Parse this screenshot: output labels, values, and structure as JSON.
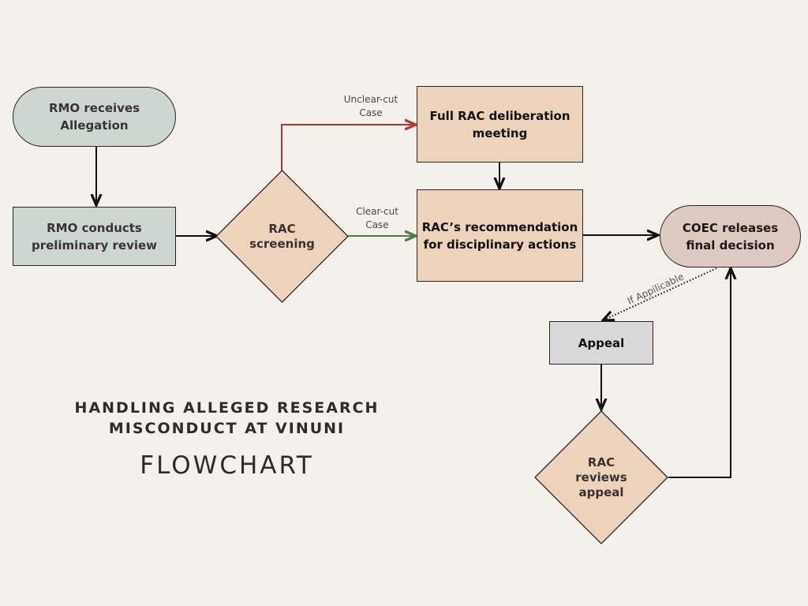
{
  "colors": {
    "background": "#f4f0eb",
    "start_node": "#cdd7cf",
    "process_node": "#eed3bc",
    "end_node": "#ddc9bf",
    "appeal_node": "#d9d9d9",
    "unclear_edge": "#b0392f",
    "clear_edge": "#4f7a45",
    "default_edge": "#111111"
  },
  "nodes": {
    "rmo_receives": "RMO receives\nAllegation",
    "rmo_review": "RMO conducts\npreliminary review",
    "rac_screening": "RAC\nscreening",
    "full_rac": "Full RAC deliberation\nmeeting",
    "rac_recommendation": "RAC’s recommendation\nfor disciplinary actions",
    "coec_decision": "COEC releases\nfinal decision",
    "appeal": "Appeal",
    "rac_reviews_appeal": "RAC\nreviews\nappeal"
  },
  "edge_labels": {
    "unclear": "Unclear-cut\nCase",
    "clear": "Clear-cut\nCase",
    "if_applicable": "If Appilicable"
  },
  "title": {
    "heading": "HANDLING ALLEGED RESEARCH\nMISCONDUCT AT VINUNI",
    "subheading": "FLOWCHART"
  }
}
